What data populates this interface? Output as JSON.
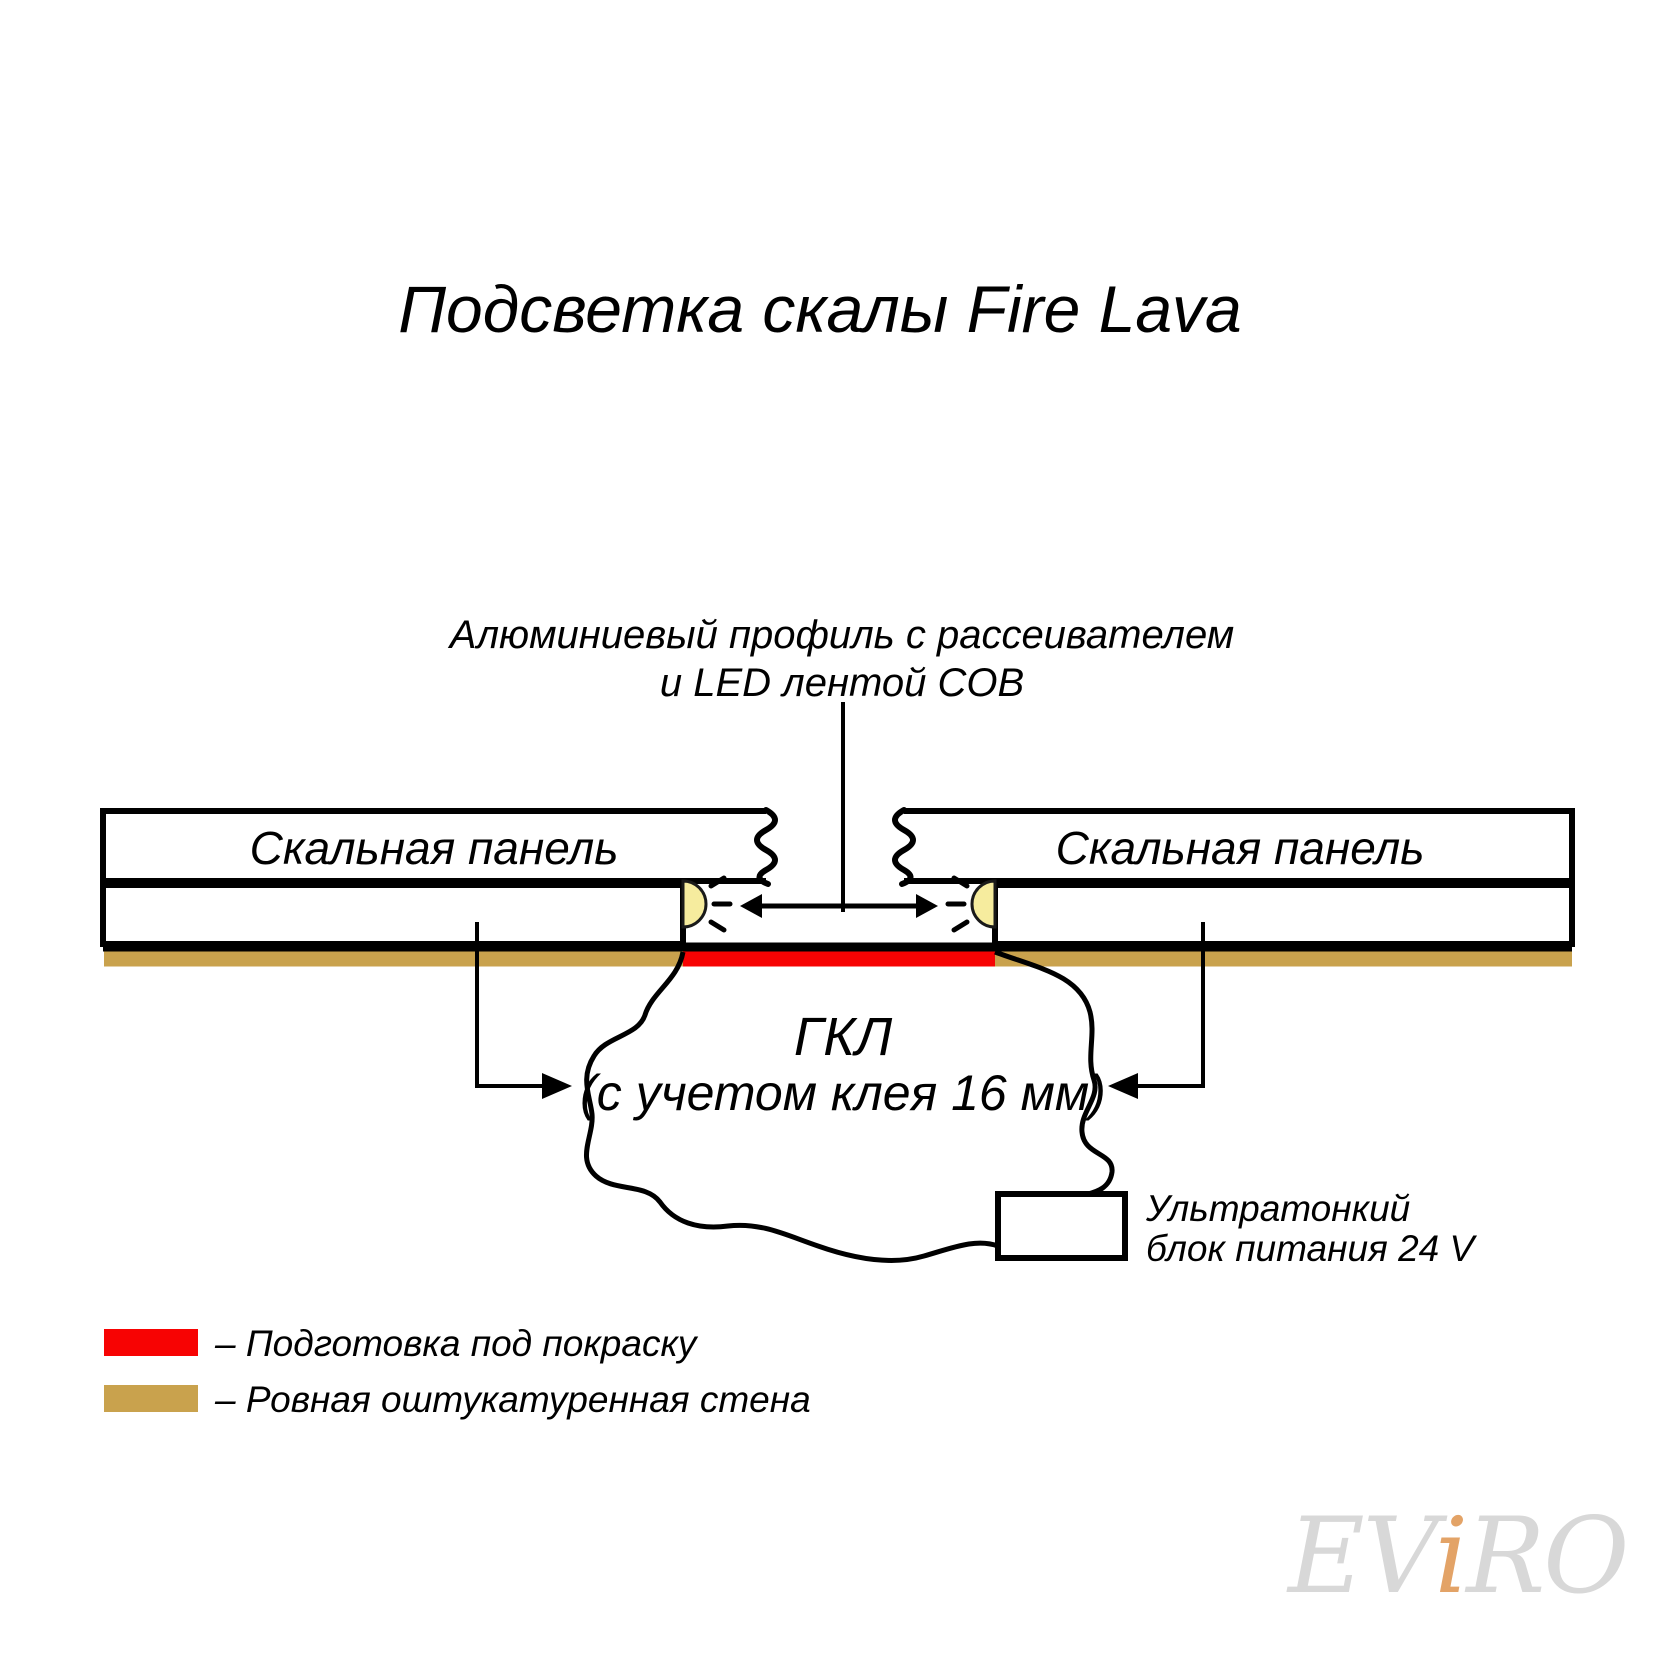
{
  "title": "Подсветка скалы Fire Lava",
  "labels": {
    "profile_line1": "Алюминиевый профиль с рассеивателем",
    "profile_line2": "и LED лентой COB",
    "panel_left": "Скальная панель",
    "panel_right": "Скальная панель",
    "gkl_line1": "ГКЛ",
    "gkl_line2": "(с учетом клея 16 мм)",
    "psu_line1": "Ультратонкий",
    "psu_line2": "блок питания 24 V"
  },
  "legend": {
    "items": [
      {
        "label": "– Подготовка под покраску",
        "color": "#F70303"
      },
      {
        "label": "– Ровная оштукатуренная стена",
        "color": "#C9A24D"
      }
    ]
  },
  "watermark": {
    "prefix": "EV",
    "accent": "i",
    "suffix": "RO",
    "gray_color": "#D8D8D8",
    "accent_color": "#E3A367"
  },
  "colors": {
    "led": "#F6EC9E",
    "outline": "#000000",
    "paint_prep": "#F70303",
    "plaster_wall": "#C9A24D"
  }
}
